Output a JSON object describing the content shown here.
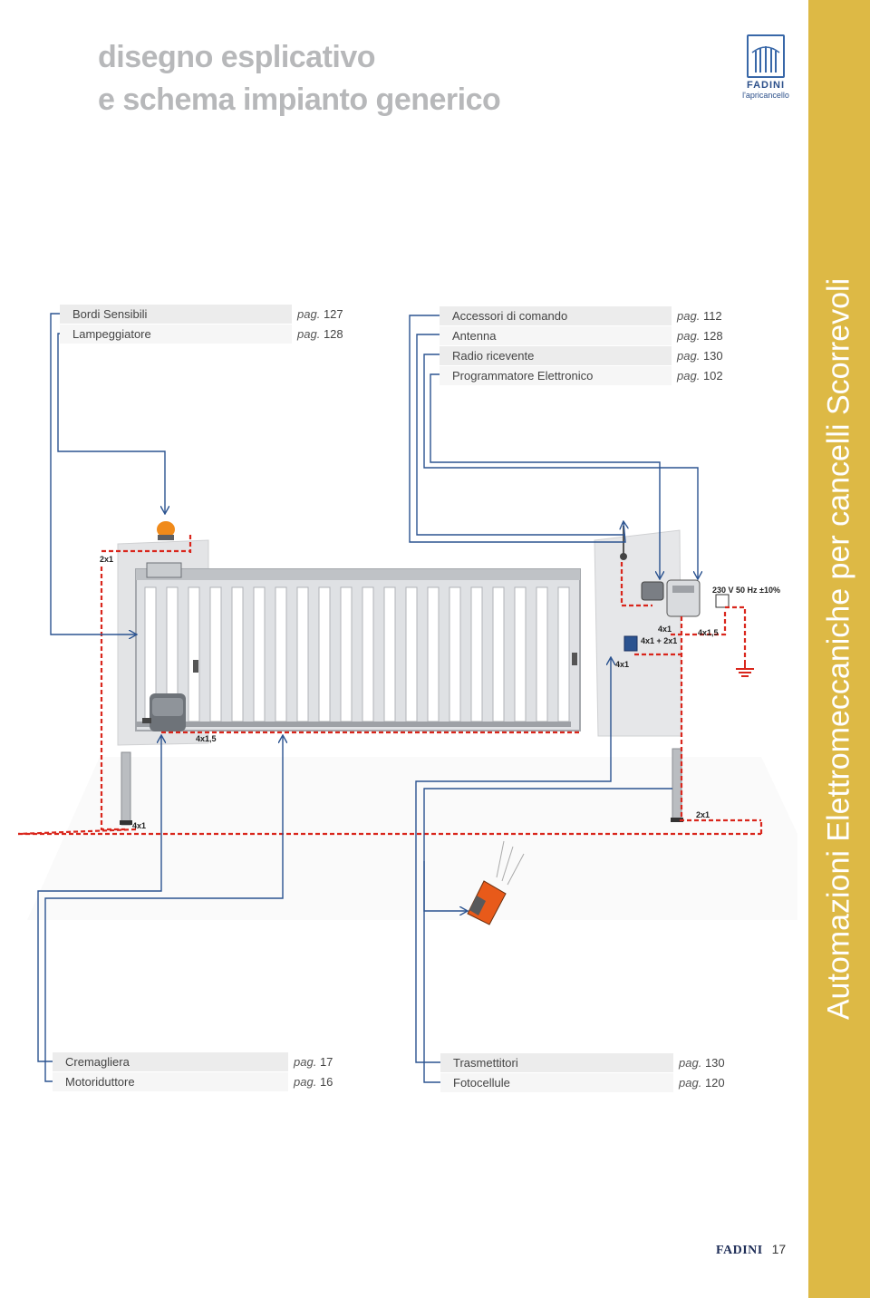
{
  "title": {
    "line1": "disegno esplicativo",
    "line2": "e schema impianto generico"
  },
  "sidebar_text": "Automazioni Elettromeccaniche per cancelli Scorrevoli",
  "brand": {
    "name": "FADINI",
    "tagline": "l'apricancello"
  },
  "tables": {
    "top_left": [
      {
        "label": "Bordi Sensibili",
        "pag": "pag.",
        "num": "127"
      },
      {
        "label": "Lampeggiatore",
        "pag": "pag.",
        "num": "128"
      }
    ],
    "top_right": [
      {
        "label": "Accessori di comando",
        "pag": "pag.",
        "num": "112"
      },
      {
        "label": "Antenna",
        "pag": "pag.",
        "num": "128"
      },
      {
        "label": "Radio ricevente",
        "pag": "pag.",
        "num": "130"
      },
      {
        "label": "Programmatore Elettronico",
        "pag": "pag.",
        "num": "102"
      }
    ],
    "bottom_left": [
      {
        "label": "Cremagliera",
        "pag": "pag.",
        "num": "17"
      },
      {
        "label": "Motoriduttore",
        "pag": "pag.",
        "num": "16"
      }
    ],
    "bottom_right": [
      {
        "label": "Trasmettitori",
        "pag": "pag.",
        "num": "130"
      },
      {
        "label": "Fotocellule",
        "pag": "pag.",
        "num": "120"
      }
    ]
  },
  "cable_labels": {
    "c_2x1_left": "2x1",
    "c_4x15_left": "4x1,5",
    "c_4x1_left": "4x1",
    "c_4x1_top": "4x1",
    "c_4x1_2x1": "4x1 + 2x1",
    "c_4x1_post": "4x1",
    "c_4x15_right": "4x1,5",
    "c_2x1_right": "2x1",
    "mains": "230 V  50 Hz ±10%"
  },
  "colors": {
    "accent_blue": "#2b5390",
    "cable_red": "#d9261c",
    "sidebar": "#ddb945",
    "title_gray": "#b7b8ba"
  },
  "footer": {
    "brand": "FADINI",
    "page": "17"
  }
}
